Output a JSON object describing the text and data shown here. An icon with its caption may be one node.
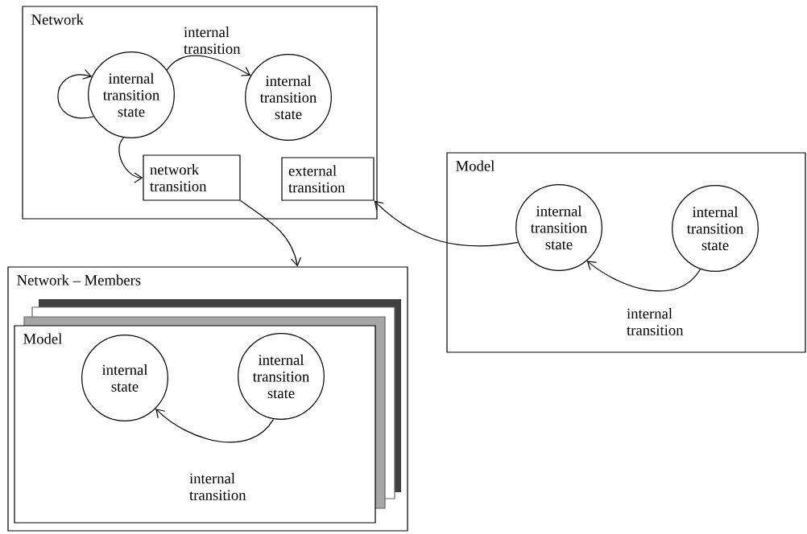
{
  "diagram": {
    "nodes": [
      {
        "text": [
          "Network"
        ]
      },
      {
        "text": [
          "internal transition state"
        ],
        "in": 0
      },
      {
        "text": [
          "internal transition state"
        ],
        "in": 0
      },
      {
        "text": [
          "network transition"
        ],
        "in": 0
      },
      {
        "text": [
          "external transition"
        ],
        "in": 0
      },
      {
        "text": [
          "Network – Members"
        ]
      },
      {
        "text": [
          "Model"
        ],
        "in": 5
      },
      {
        "text": [
          "internal state"
        ],
        "in": 6
      },
      {
        "text": [
          "internal transition state"
        ],
        "in": 6
      },
      {
        "text": [
          "Model"
        ]
      },
      {
        "text": [
          "internal transition state"
        ],
        "in": 9
      },
      {
        "text": [
          "internal transition state"
        ],
        "in": 9
      }
    ],
    "edges": [
      {
        "from": 1,
        "to": 1,
        "arrow": "to"
      },
      {
        "from": 1,
        "to": 2,
        "arrow": "to",
        "label": "internal transition"
      },
      {
        "from": 1,
        "to": 3,
        "arrow": "to"
      },
      {
        "from": 3,
        "to": 5,
        "arrow": "to"
      },
      {
        "from": 10,
        "to": 4,
        "arrow": "to"
      },
      {
        "from": 11,
        "to": 10,
        "arrow": "to",
        "label": "internal transition"
      },
      {
        "from": 8,
        "to": 7,
        "arrow": "to",
        "label": "internal transition"
      }
    ]
  }
}
